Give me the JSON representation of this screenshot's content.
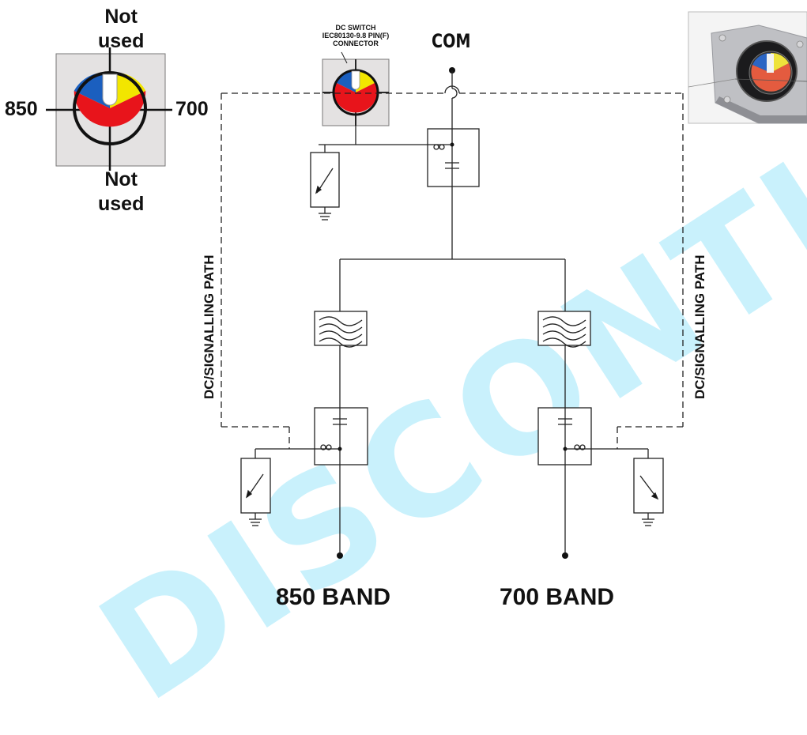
{
  "watermark": "DISCONTINUED",
  "pin_labels": {
    "top": "Not\nused",
    "bottom": "Not\nused",
    "left": "850",
    "right": "700"
  },
  "switch_label": "DC SWITCH\nIEC80130-9.8 PIN(F)\nCONNECTOR",
  "com_label": "COM",
  "path_labels": {
    "left": "DC/SIGNALLING PATH",
    "right": "DC/SIGNALLING PATH"
  },
  "bands": {
    "left": "850 BAND",
    "right": "700 BAND"
  },
  "colors": {
    "blue": "#1b5fbf",
    "red": "#e8141b",
    "yellow": "#f2e600",
    "box_fill": "#e4e2e2",
    "watermark": "#3fd0f5"
  }
}
